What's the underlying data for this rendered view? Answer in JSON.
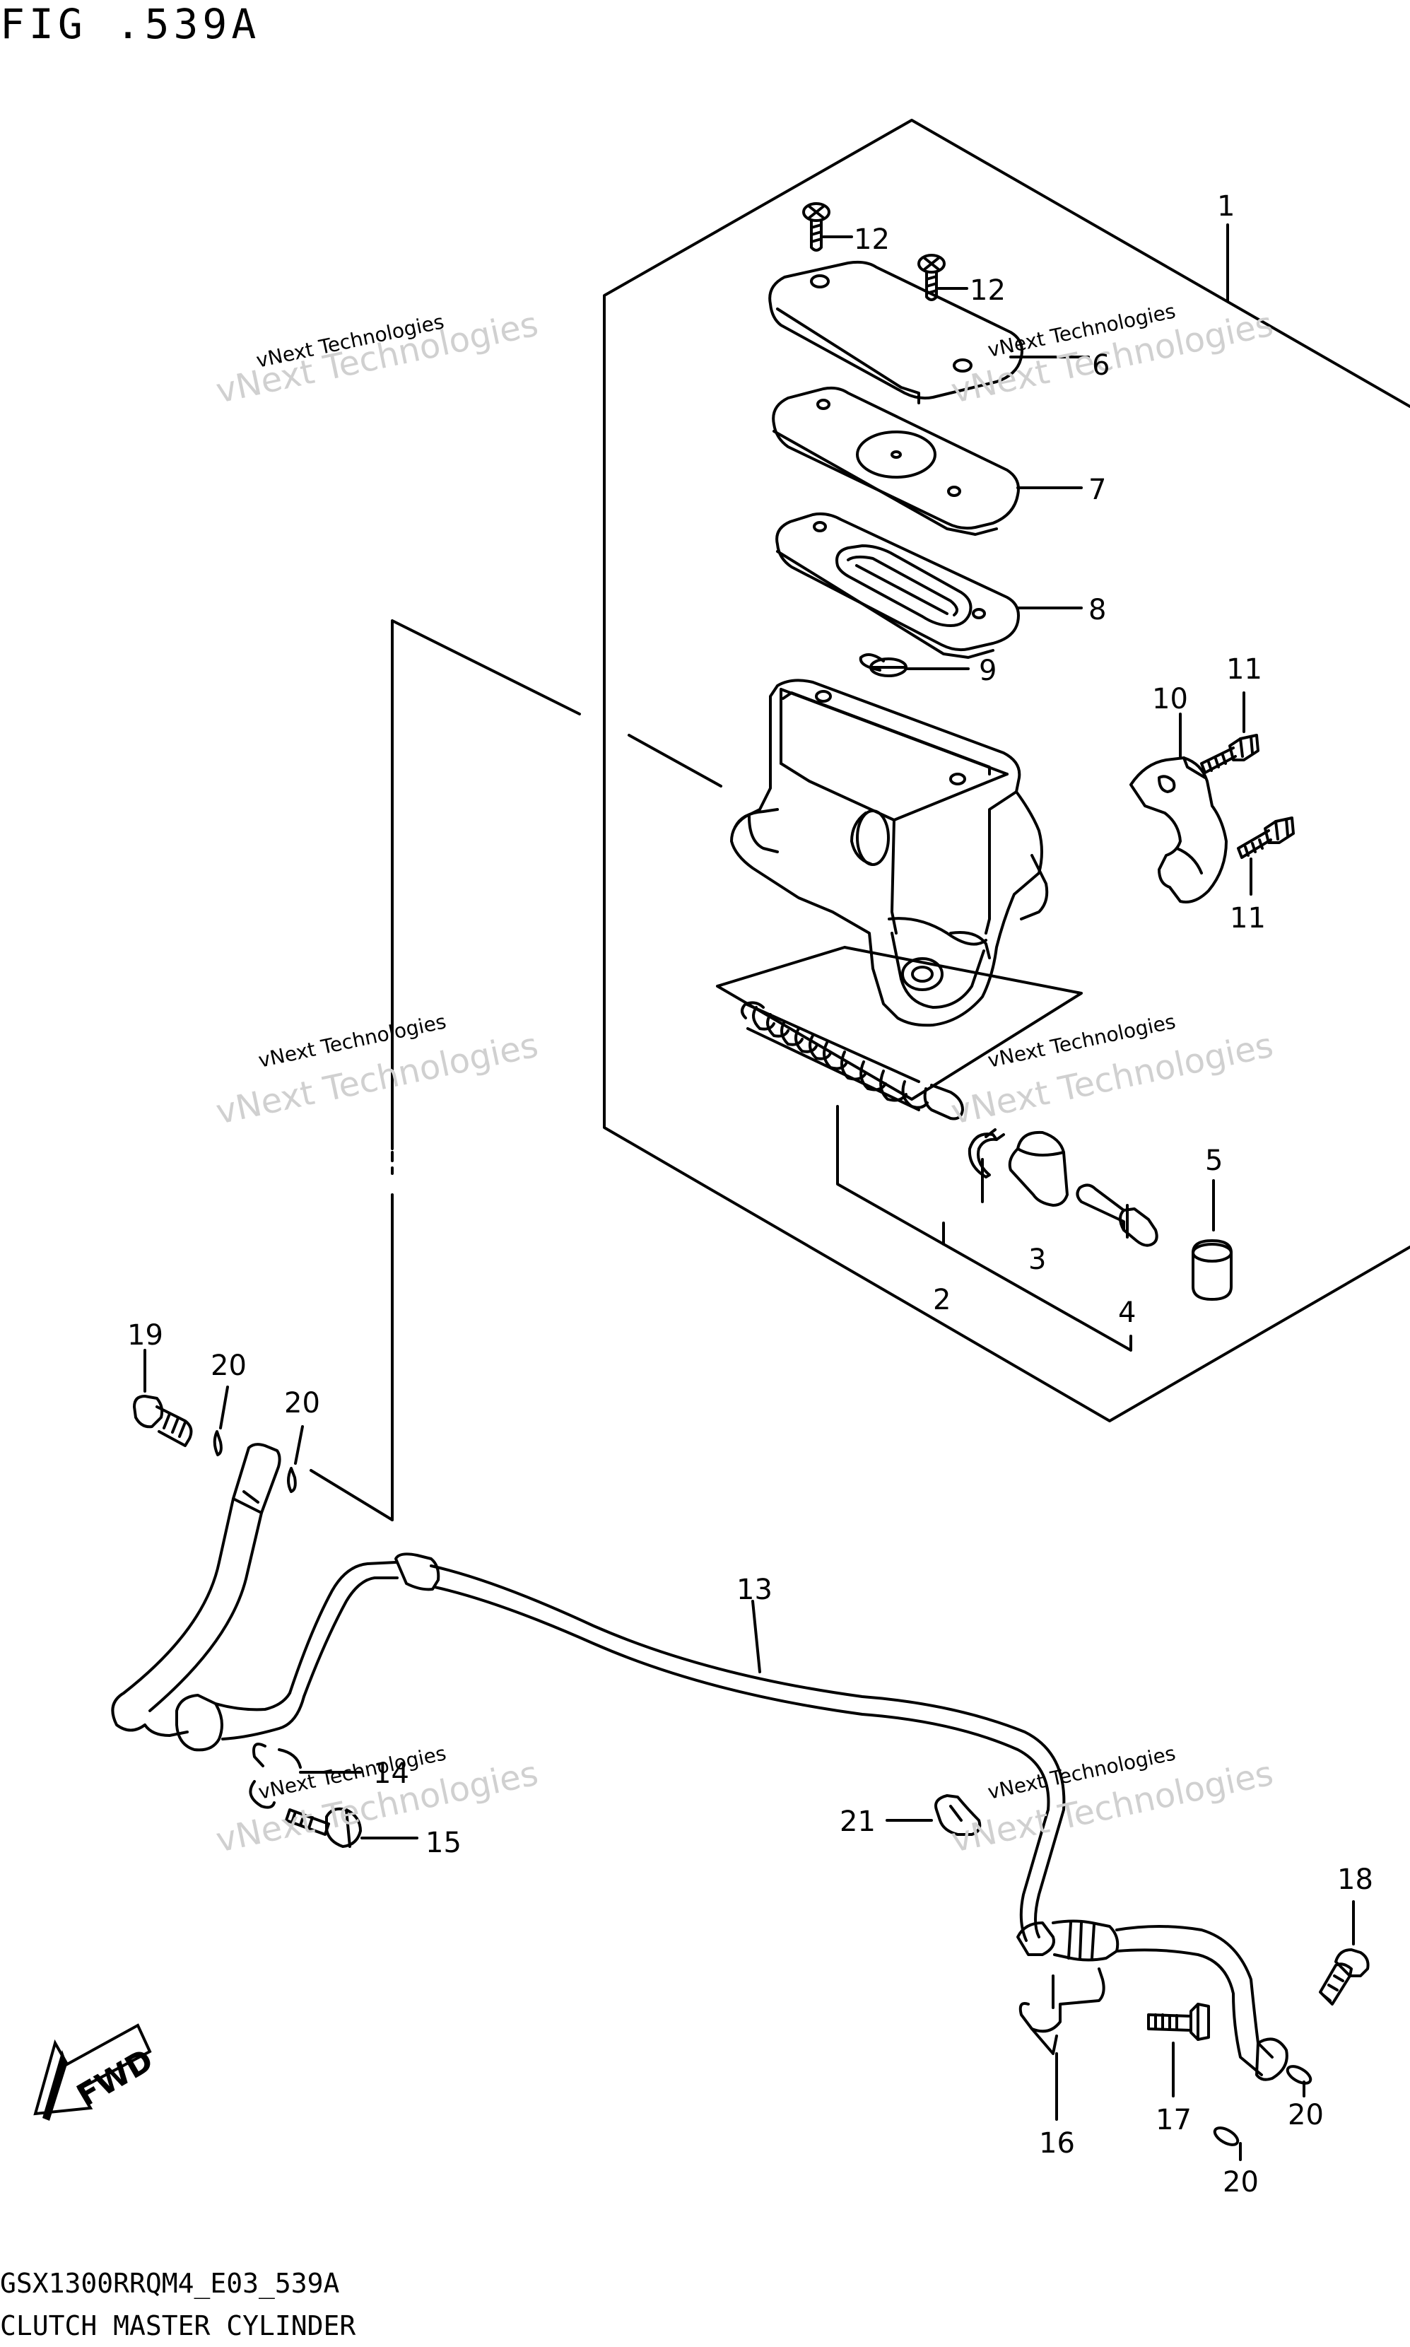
{
  "figure": {
    "title": "FIG .539A"
  },
  "footer": {
    "code": "GSX1300RRQM4_E03_539A",
    "name": "CLUTCH MASTER CYLINDER"
  },
  "watermark": {
    "small": "vNext Technologies",
    "big": "vNext Technologies"
  },
  "fwd": {
    "label": "FWD"
  },
  "callouts": {
    "c1": "1",
    "c2": "2",
    "c3": "3",
    "c4": "4",
    "c5": "5",
    "c6": "6",
    "c7": "7",
    "c8": "8",
    "c9": "9",
    "c10": "10",
    "c11a": "11",
    "c11b": "11",
    "c12a": "12",
    "c12b": "12",
    "c13": "13",
    "c14": "14",
    "c15": "15",
    "c16": "16",
    "c17": "17",
    "c18": "18",
    "c19": "19",
    "c20a": "20",
    "c20b": "20",
    "c20c": "20",
    "c20d": "20",
    "c21": "21"
  }
}
